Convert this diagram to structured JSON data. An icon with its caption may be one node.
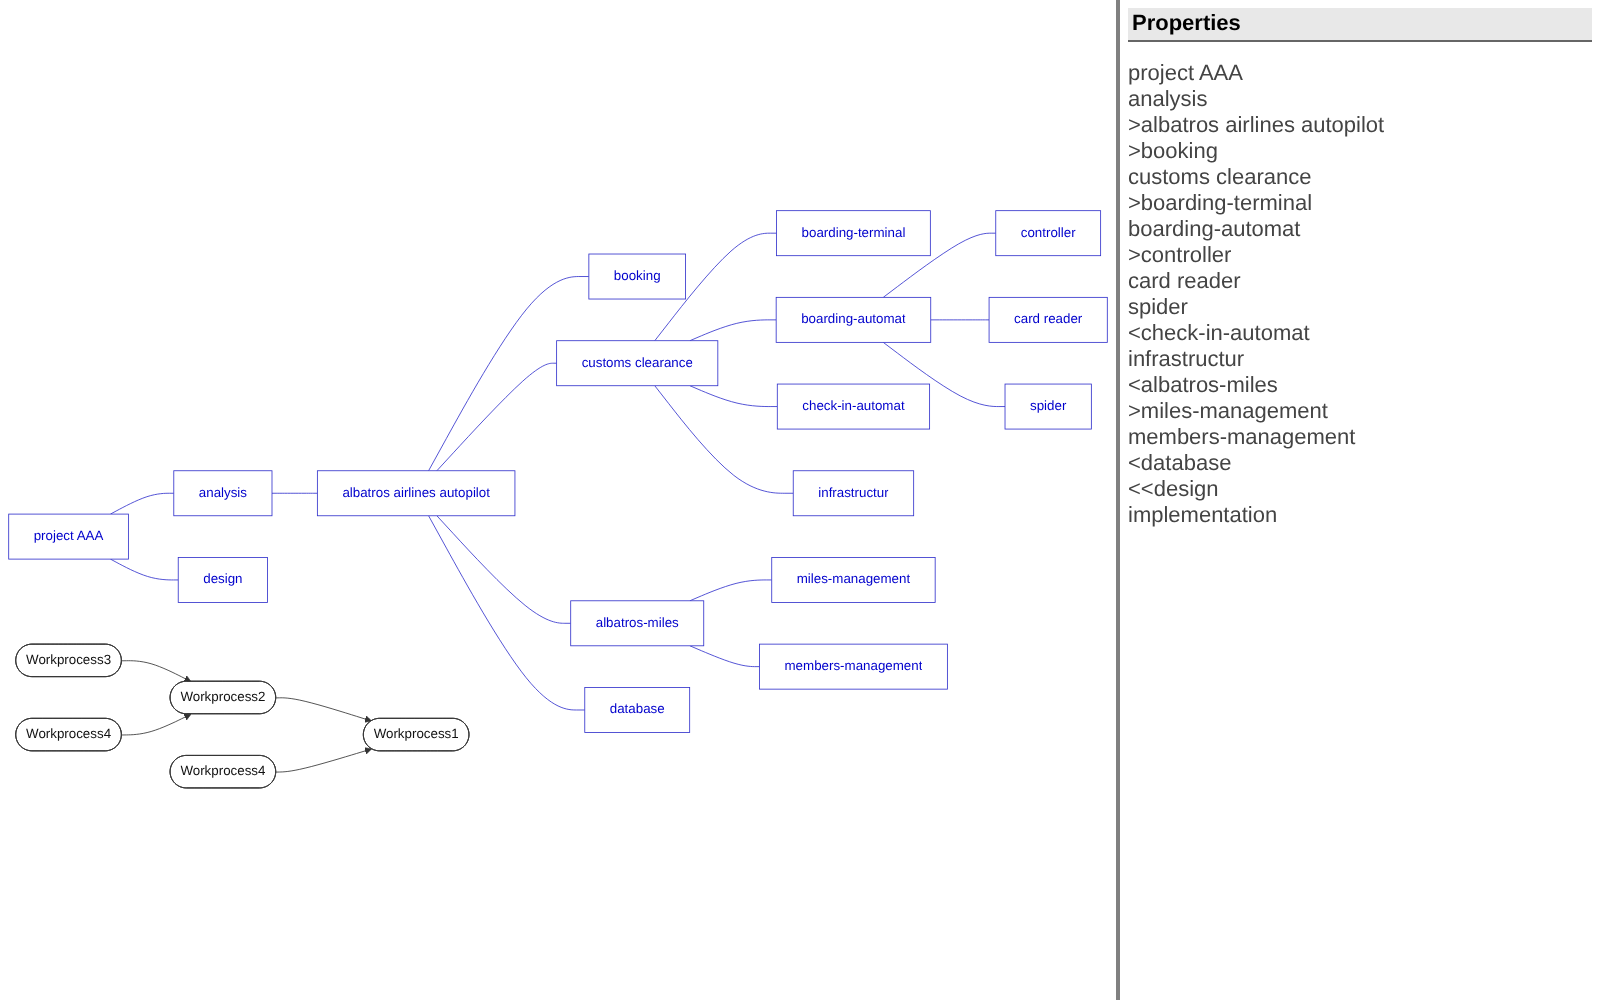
{
  "diagram": {
    "nodes": [
      {
        "text": [
          "project AAA"
        ]
      },
      {
        "text": [
          "analysis"
        ]
      },
      {
        "text": [
          "albatros airlines autopilot"
        ]
      },
      {
        "text": [
          "booking"
        ]
      },
      {
        "text": [
          "customs clearance"
        ]
      },
      {
        "text": [
          "boarding-terminal"
        ]
      },
      {
        "text": [
          "boarding-automat"
        ]
      },
      {
        "text": [
          "controller"
        ]
      },
      {
        "text": [
          "card reader"
        ]
      },
      {
        "text": [
          "spider"
        ]
      },
      {
        "text": [
          "check-in-automat"
        ]
      },
      {
        "text": [
          "infrastructur"
        ]
      },
      {
        "text": [
          "albatros-miles"
        ]
      },
      {
        "text": [
          "miles-management"
        ]
      },
      {
        "text": [
          "members-management"
        ]
      },
      {
        "text": [
          "database"
        ]
      },
      {
        "text": [
          "design"
        ]
      },
      {
        "text": [
          "Workprocess1"
        ]
      },
      {
        "text": [
          "Workprocess2"
        ]
      },
      {
        "text": [
          "Workprocess3"
        ]
      },
      {
        "text": [
          "Workprocess4"
        ]
      },
      {
        "text": [
          "Workprocess4"
        ]
      }
    ],
    "edges": [
      {
        "from": 0,
        "to": 1,
        "arrow": "none"
      },
      {
        "from": 1,
        "to": 2,
        "arrow": "none"
      },
      {
        "from": 2,
        "to": 3,
        "arrow": "none"
      },
      {
        "from": 2,
        "to": 4,
        "arrow": "none"
      },
      {
        "from": 4,
        "to": 5,
        "arrow": "none"
      },
      {
        "from": 4,
        "to": 6,
        "arrow": "none"
      },
      {
        "from": 6,
        "to": 7,
        "arrow": "none"
      },
      {
        "from": 6,
        "to": 8,
        "arrow": "none"
      },
      {
        "from": 6,
        "to": 9,
        "arrow": "none"
      },
      {
        "from": 4,
        "to": 10,
        "arrow": "none"
      },
      {
        "from": 4,
        "to": 11,
        "arrow": "none"
      },
      {
        "from": 2,
        "to": 12,
        "arrow": "none"
      },
      {
        "from": 12,
        "to": 13,
        "arrow": "none"
      },
      {
        "from": 12,
        "to": 14,
        "arrow": "none"
      },
      {
        "from": 2,
        "to": 15,
        "arrow": "none"
      },
      {
        "from": 0,
        "to": 16,
        "arrow": "none"
      },
      {
        "from": 18,
        "to": 17,
        "arrow": "to",
        "color": "#333333"
      },
      {
        "from": 21,
        "to": 17,
        "arrow": "to",
        "color": "#333333"
      },
      {
        "from": 19,
        "to": 18,
        "arrow": "to",
        "color": "#333333"
      },
      {
        "from": 20,
        "to": 18,
        "arrow": "to",
        "color": "#333333"
      }
    ],
    "labels": [
      "Properties",
      "project AAA",
      "analysis",
      ">albatros airlines autopilot",
      ">booking",
      "customs clearance",
      ">boarding-terminal",
      "boarding-automat",
      ">controller",
      "card reader",
      "spider",
      "<check-in-automat",
      "infrastructur",
      "<albatros-miles",
      ">miles-management",
      "members-management",
      "<database",
      "<<design",
      "implementation"
    ]
  }
}
